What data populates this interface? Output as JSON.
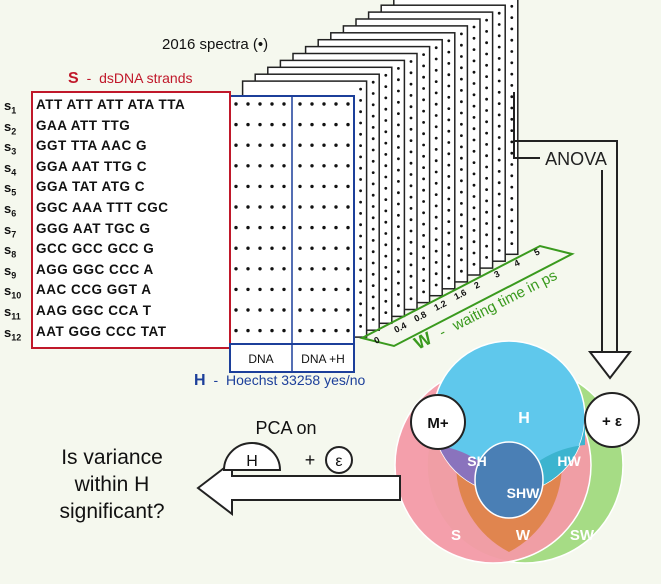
{
  "spectra_label": "2016 spectra (•)",
  "s_factor": {
    "letter": "S",
    "dash": "-",
    "desc": "dsDNA strands"
  },
  "strands": [
    {
      "id": "s",
      "sub": "1",
      "seq": "ATT ATT ATT ATA TTA"
    },
    {
      "id": "s",
      "sub": "2",
      "seq": "GAA ATT TTG"
    },
    {
      "id": "s",
      "sub": "3",
      "seq": "GGT TTA AAC G"
    },
    {
      "id": "s",
      "sub": "4",
      "seq": "GGA AAT TTG C"
    },
    {
      "id": "s",
      "sub": "5",
      "seq": "GGA TAT ATG C"
    },
    {
      "id": "s",
      "sub": "6",
      "seq": "GGC AAA TTT CGC"
    },
    {
      "id": "s",
      "sub": "7",
      "seq": "GGG AAT TGC G"
    },
    {
      "id": "s",
      "sub": "8",
      "seq": "GCC GCC GCC G"
    },
    {
      "id": "s",
      "sub": "9",
      "seq": "AGG GGC CCC A"
    },
    {
      "id": "s",
      "sub": "10",
      "seq": "AAC CCG GGT A"
    },
    {
      "id": "s",
      "sub": "11",
      "seq": "AAG GGC CCA T"
    },
    {
      "id": "s",
      "sub": "12",
      "seq": "AAT GGG CCC TAT"
    }
  ],
  "h_columns": [
    "DNA",
    "DNA +H"
  ],
  "h_factor": {
    "letter": "H",
    "dash": "-",
    "desc": "Hoechst 33258 yes/no"
  },
  "w_factor": {
    "letter": "W",
    "dash": "-",
    "desc": "waiting time in ps"
  },
  "waiting_times": [
    "0",
    "0.4",
    "0.8",
    "1.2",
    "1.6",
    "2",
    "3",
    "4",
    "5"
  ],
  "anova_label": "ANOVA",
  "pca_label": "PCA on",
  "pca_h": "H",
  "pca_plus": "+",
  "pca_eps": "ε",
  "question": [
    "Is variance",
    "within H",
    "significant?"
  ],
  "venn": {
    "m_plus": "M+",
    "plus_eps": "+ ε",
    "H": "H",
    "SH": "SH",
    "HW": "HW",
    "SHW": "SHW",
    "S": "S",
    "W": "W",
    "SW": "SW"
  },
  "colors": {
    "s_red": "#c0182a",
    "h_blue": "#1c3f9a",
    "w_green": "#3a9a1e",
    "venn_h": "#5fc8ec",
    "venn_s": "#f39aa6",
    "venn_w": "#a6dc85",
    "venn_sh": "#8a73bd",
    "venn_hw": "#3cb4cf",
    "venn_sw": "#e0854f",
    "venn_shw": "#4a7fb5"
  }
}
